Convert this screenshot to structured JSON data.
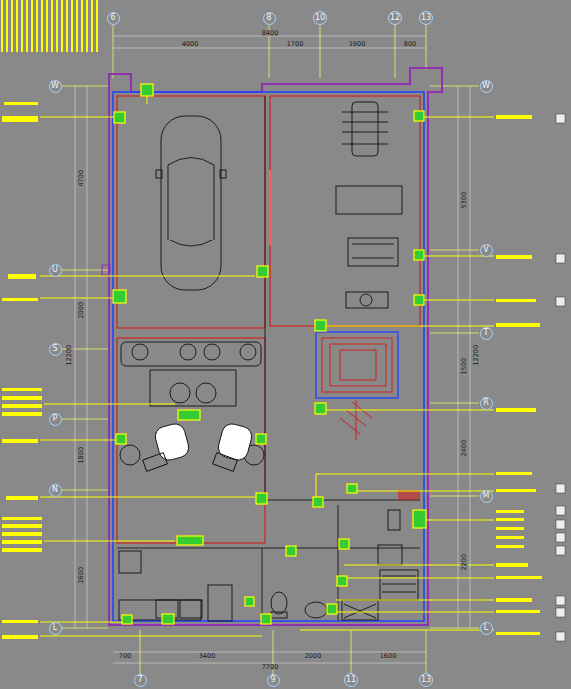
{
  "diagram": {
    "nodes": [
      {
        "text": [
          "6"
        ]
      },
      {
        "text": [
          "8"
        ]
      },
      {
        "text": [
          "10"
        ]
      },
      {
        "text": [
          "12"
        ]
      },
      {
        "text": [
          "13"
        ]
      },
      {
        "text": [
          "W"
        ]
      },
      {
        "text": [
          "U"
        ]
      },
      {
        "text": [
          "S"
        ]
      },
      {
        "text": [
          "P"
        ]
      },
      {
        "text": [
          "N"
        ]
      },
      {
        "text": [
          "L"
        ]
      },
      {
        "text": [
          "W"
        ]
      },
      {
        "text": [
          "V"
        ]
      },
      {
        "text": [
          "T"
        ]
      },
      {
        "text": [
          "R"
        ]
      },
      {
        "text": [
          "M"
        ]
      },
      {
        "text": [
          "L"
        ]
      },
      {
        "text": [
          "7"
        ]
      },
      {
        "text": [
          "9"
        ]
      },
      {
        "text": [
          "11"
        ]
      },
      {
        "text": [
          "13"
        ]
      }
    ],
    "edges": [],
    "labels": [
      "8400",
      "4000",
      "1700",
      "1900",
      "800",
      "7700",
      "700",
      "3400",
      "2000",
      "1600",
      "4700",
      "2000",
      "1800",
      "2600",
      "12200",
      "5300",
      "1500",
      "2400",
      "2200",
      "12200"
    ]
  }
}
